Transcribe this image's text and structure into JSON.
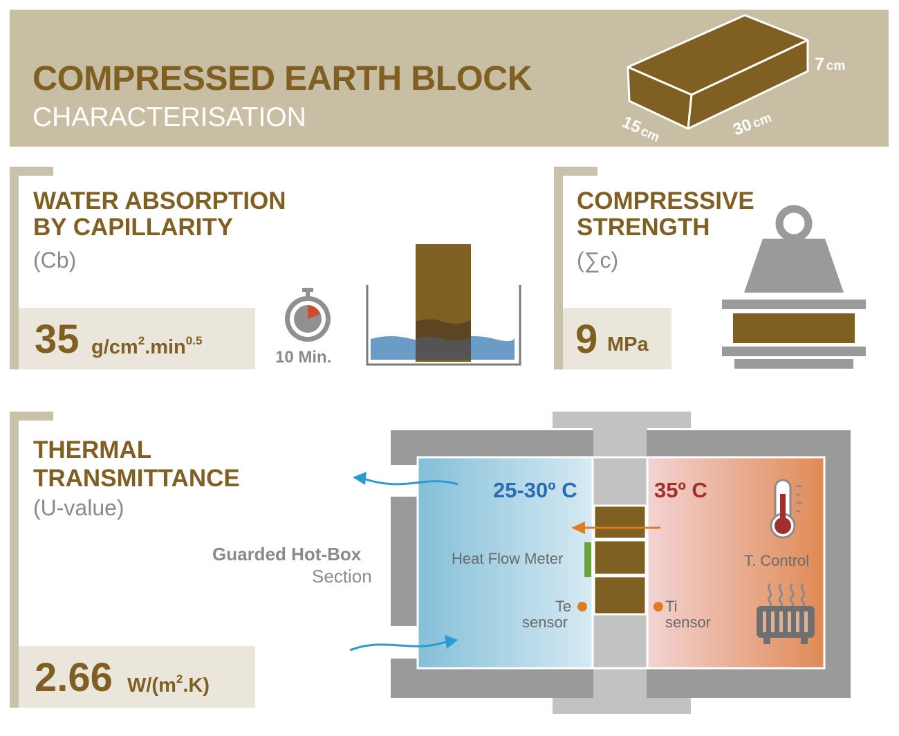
{
  "header": {
    "title": "COMPRESSED EARTH BLOCK",
    "subtitle": "CHARACTERISATION",
    "block_dims": {
      "height": "7",
      "width": "15",
      "length": "30",
      "unit": "cm"
    }
  },
  "water": {
    "title_line1": "WATER ABSORPTION",
    "title_line2": "BY CAPILLARITY",
    "symbol": "(Cb)",
    "value": "35",
    "unit_base": "g/cm",
    "unit_sup1": "2",
    "unit_mid": ".min",
    "unit_sup2": "0.5",
    "timer_label": "10 Min."
  },
  "compressive": {
    "title_line1": "COMPRESSIVE",
    "title_line2": "STRENGTH",
    "symbol": "(∑c)",
    "value": "9",
    "unit": "MPa"
  },
  "thermal": {
    "title_line1": "THERMAL",
    "title_line2": "TRANSMITTANCE",
    "symbol": "(U-value)",
    "value": "2.66",
    "unit_base": "W/(m",
    "unit_sup": "2",
    "unit_end": ".K)",
    "box_label_line1": "Guarded Hot-Box",
    "box_label_line2": "Section",
    "cold_temp": "25-30º C",
    "hot_temp": "35º C",
    "heat_flow_meter": "Heat Flow Meter",
    "te_label": "Te",
    "te_sensor": "sensor",
    "ti_label": "Ti",
    "ti_sensor": "sensor",
    "temp_control": "T. Control"
  },
  "colors": {
    "brown": "#7f5f22",
    "banner": "#c8bea4",
    "cold_blue": "#2a6db3",
    "hot_red": "#a0302a",
    "orange": "#e07b20",
    "green": "#6aa537"
  }
}
